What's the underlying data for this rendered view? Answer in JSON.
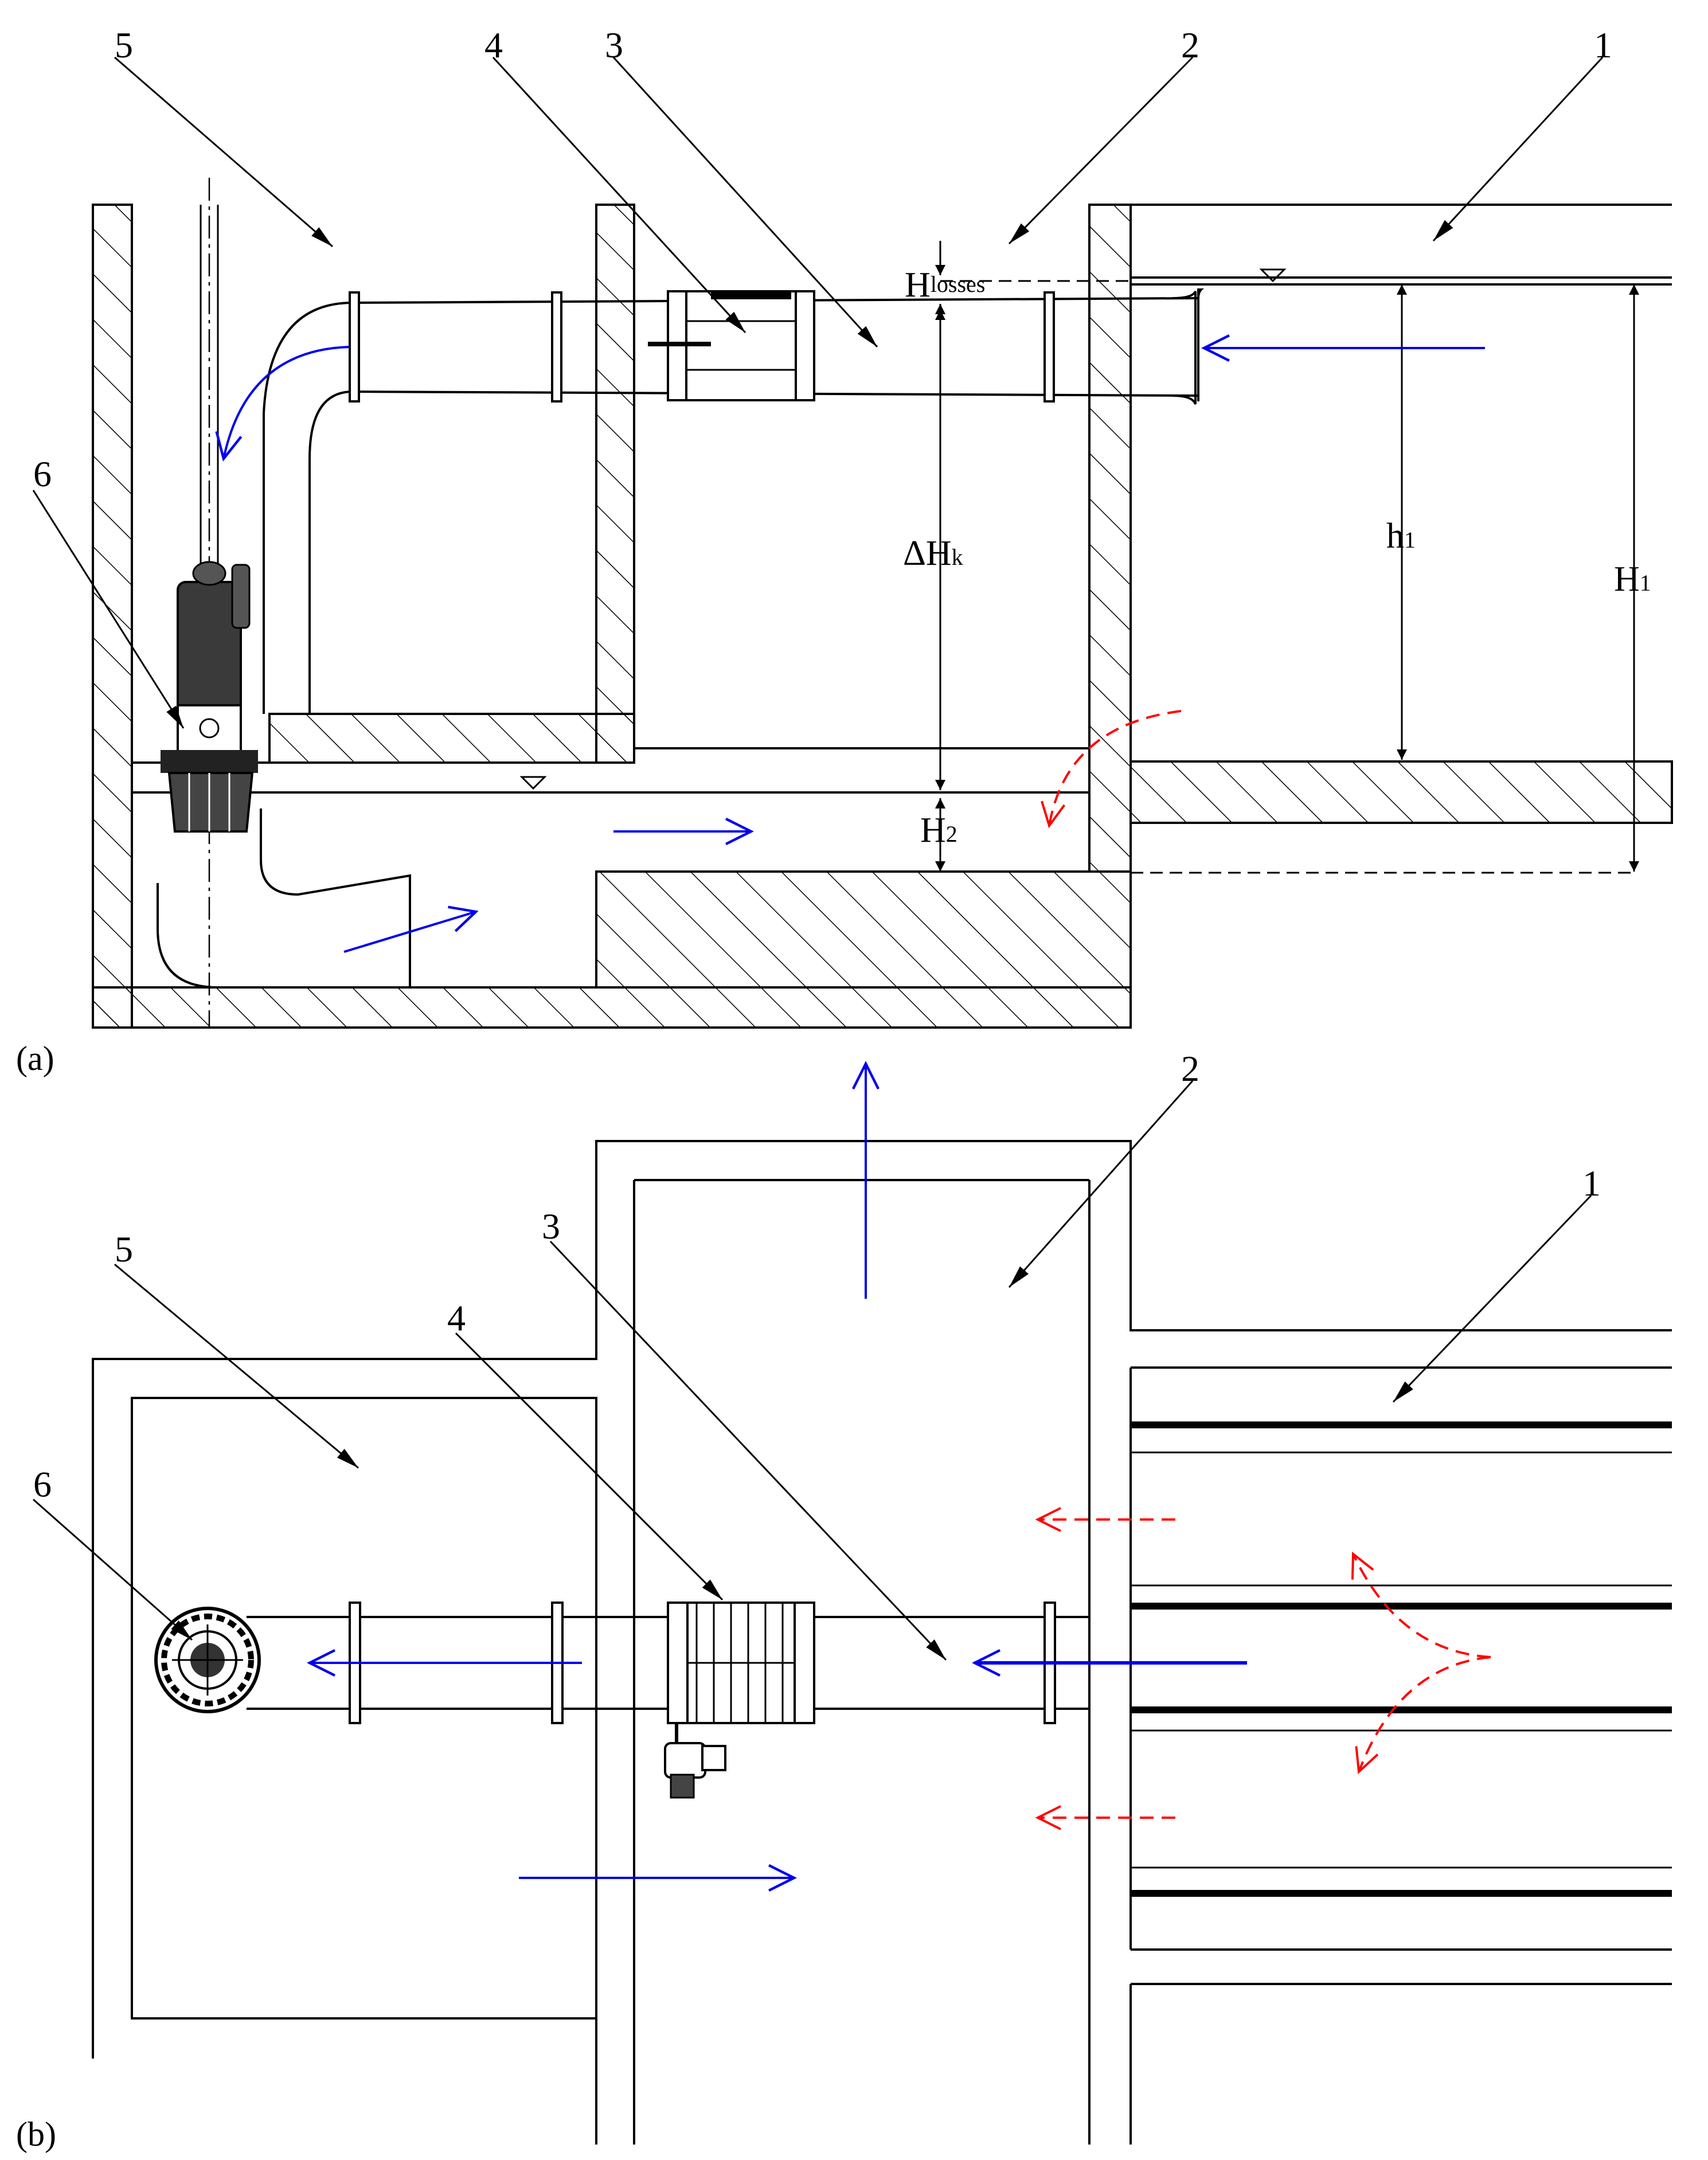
{
  "figure": {
    "panel_a": {
      "panel_label": "(a)",
      "callouts": [
        "5",
        "4",
        "3",
        "2",
        "1",
        "6"
      ],
      "dimensions": {
        "h_losses_main": "H",
        "h_losses_sub": "losses",
        "delta_hk_main": "ΔH",
        "delta_hk_sub": "k",
        "h1_main": "h",
        "h1_sub": "1",
        "H1_main": "H",
        "H1_sub": "1",
        "H2_main": "H",
        "H2_sub": "2"
      }
    },
    "panel_b": {
      "panel_label": "(b)",
      "callouts": [
        "2",
        "1",
        "3",
        "5",
        "4",
        "6"
      ]
    },
    "colors": {
      "flow_arrow": "#0000ee",
      "secondary_flow": "#ff0000",
      "linework": "#000000"
    }
  }
}
